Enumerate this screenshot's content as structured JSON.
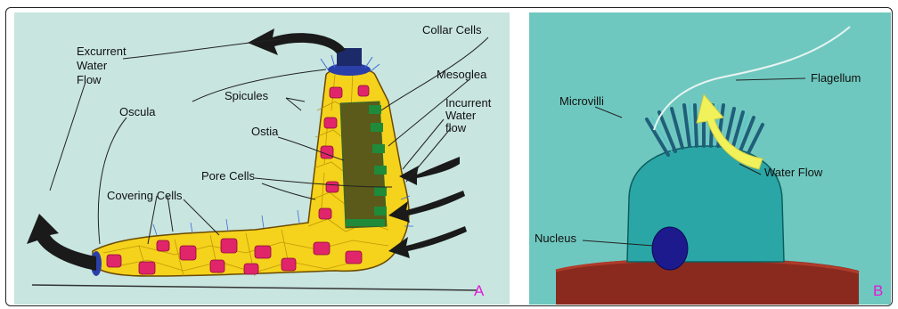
{
  "panel_a": {
    "letter": "A",
    "labels": {
      "excurrent_1": "Excurrent",
      "excurrent_2": "Water",
      "excurrent_3": "Flow",
      "oscula": "Oscula",
      "spicules": "Spicules",
      "ostia": "Ostia",
      "pore_cells": "Pore Cells",
      "covering_cells": "Covering Cells",
      "collar_cells": "Collar Cells",
      "mesoglea": "Mesoglea",
      "incurrent_1": "Incurrent",
      "incurrent_2": "Water",
      "incurrent_3": "flow"
    }
  },
  "panel_b": {
    "letter": "B",
    "labels": {
      "microvilli": "Microvilli",
      "flagellum": "Flagellum",
      "water_flow": "Water Flow",
      "nucleus": "Nucleus"
    }
  },
  "colors": {
    "panel_a_bg": "#c8e5df",
    "panel_b_bg": "#6fc8bf",
    "sponge_body": "#f5d21c",
    "cell_pink": "#e0256a",
    "choanocyte_green": "#1f8a3a",
    "collar_cell": "#2aa6a6",
    "nucleus": "#1c1a8c",
    "substrate": "#8a2a1e",
    "arrow_yellow": "#f1f15a",
    "panel_letter": "#e21ad8"
  }
}
